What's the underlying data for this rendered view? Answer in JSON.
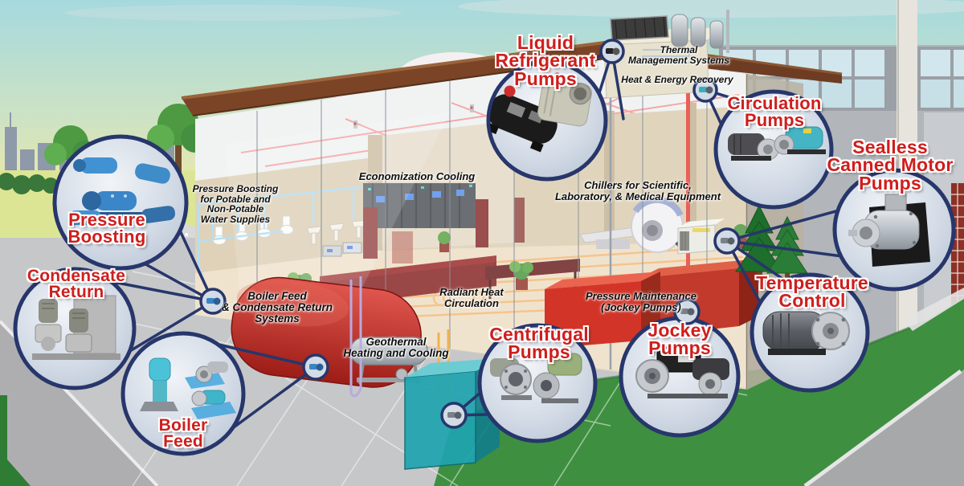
{
  "colors": {
    "callout_text": "#ce1f1d",
    "callout_ring": "#27366b",
    "sky_top": "#a6d9de",
    "sky_horizon": "#f0e9a4",
    "grass": "#3f8f41",
    "roof_brown": "#7b4426",
    "red_pipe": "#e53228"
  },
  "callouts": [
    {
      "id": "pressure-boosting",
      "lines": [
        "Pressure",
        "Boosting"
      ]
    },
    {
      "id": "condensate-return",
      "lines": [
        "Condensate",
        "Return"
      ]
    },
    {
      "id": "boiler-feed",
      "lines": [
        "Boiler",
        "Feed"
      ]
    },
    {
      "id": "liquid-refrigerant-pumps",
      "lines": [
        "Liquid",
        "Refrigerant",
        "Pumps"
      ]
    },
    {
      "id": "circulation-pumps",
      "lines": [
        "Circulation",
        "Pumps"
      ]
    },
    {
      "id": "sealless-canned-motor-pumps",
      "lines": [
        "Sealless",
        "Canned Motor",
        "Pumps"
      ]
    },
    {
      "id": "temperature-control",
      "lines": [
        "Temperature",
        "Control"
      ]
    },
    {
      "id": "centrifugal-pumps",
      "lines": [
        "Centrifugal",
        "Pumps"
      ]
    },
    {
      "id": "jockey-pumps",
      "lines": [
        "Jockey",
        "Pumps"
      ]
    }
  ],
  "locations": [
    {
      "id": "thermal-management-systems",
      "lines": [
        "Thermal",
        "Management Systems"
      ]
    },
    {
      "id": "heat-energy-recovery",
      "lines": [
        "Heat & Energy Recovery"
      ]
    },
    {
      "id": "economization-cooling",
      "lines": [
        "Economization Cooling"
      ]
    },
    {
      "id": "potable-water-supplies",
      "lines": [
        "Pressure Boosting",
        "for Potable and",
        "Non-Potable",
        "Water Supplies"
      ]
    },
    {
      "id": "boiler-condensate-systems",
      "lines": [
        "Boiler Feed",
        "& Condensate Return",
        "Systems"
      ]
    },
    {
      "id": "radiant-heat-circulation",
      "lines": [
        "Radiant Heat",
        "Circulation"
      ]
    },
    {
      "id": "geothermal",
      "lines": [
        "Geothermal",
        "Heating and Cooling"
      ]
    },
    {
      "id": "chillers",
      "lines": [
        "Chillers for Scientific,",
        "Laboratory, & Medical Equipment"
      ]
    },
    {
      "id": "pressure-maintenance",
      "lines": [
        "Pressure Maintenance",
        "(Jockey Pumps)"
      ]
    }
  ]
}
